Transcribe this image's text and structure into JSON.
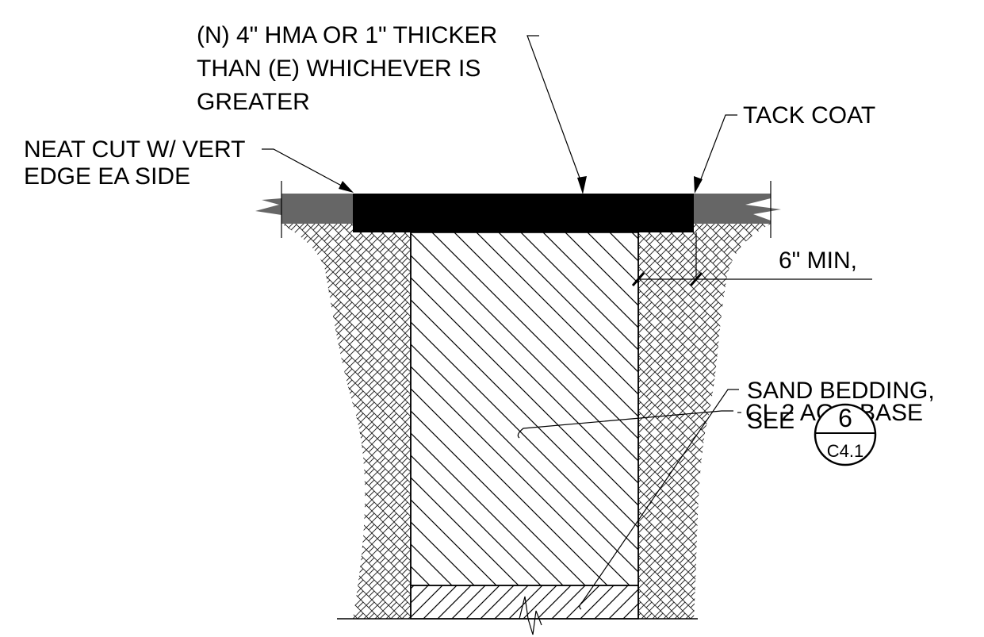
{
  "callouts": {
    "hma": [
      "(N) 4\" HMA OR 1\" THICKER",
      "THAN (E) WHICHEVER IS",
      "GREATER"
    ],
    "tack_coat": "TACK COAT",
    "neat_cut": [
      "NEAT CUT W/ VERT",
      "EDGE EA SIDE"
    ],
    "min_dim": "6\" MIN,",
    "agg_base": "CL 2 AGG BASE",
    "sand_bedding": [
      "SAND BEDDING,",
      "SEE"
    ]
  },
  "detail_ref": {
    "number": "6",
    "sheet": "C4.1"
  },
  "colors": {
    "existing_pavement": "#666666",
    "new_hma": "#000000",
    "native_soil_hatch": "#222222",
    "background": "#ffffff"
  }
}
